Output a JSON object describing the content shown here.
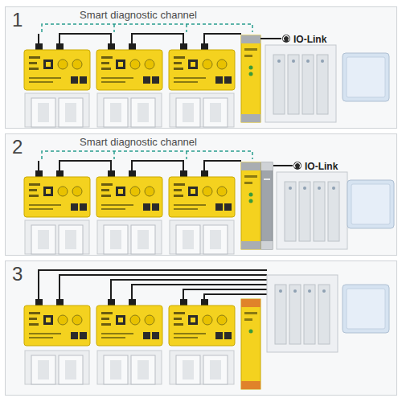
{
  "diagram": {
    "nodes": [
      {
        "text": [
          "1",
          "Smart diagnostic channel",
          "IO-Link"
        ]
      },
      {
        "text": [
          "2",
          "Smart diagnostic channel",
          "IO-Link"
        ]
      },
      {
        "text": [
          "3"
        ]
      }
    ]
  }
}
